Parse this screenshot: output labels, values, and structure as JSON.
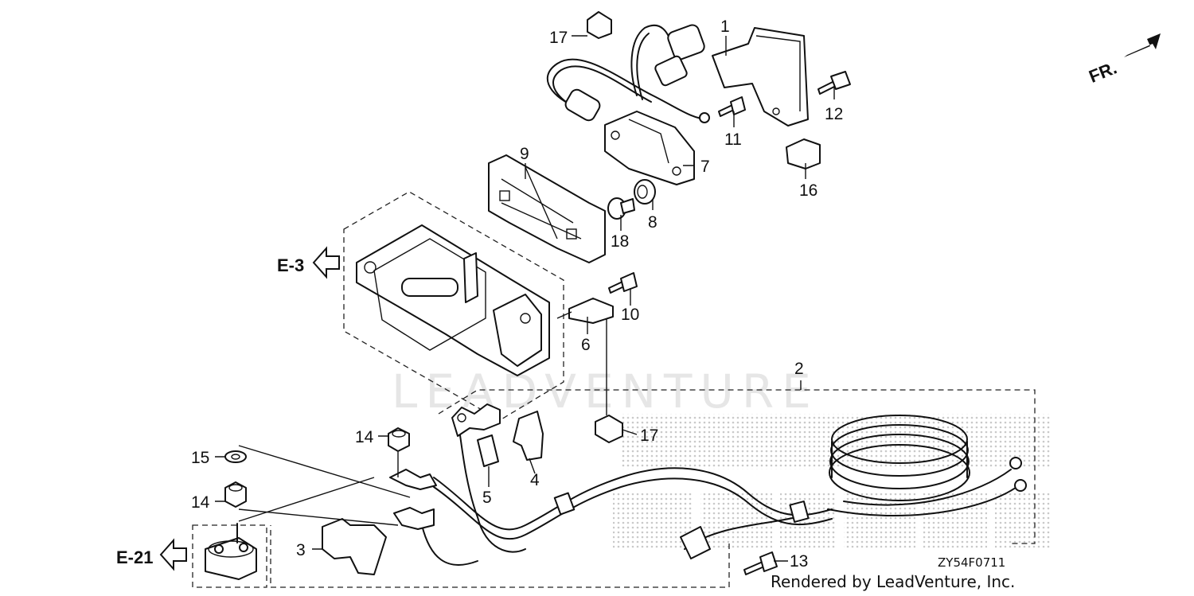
{
  "watermark": "LEADVENTURE",
  "direction_indicator": "FR.",
  "references": {
    "top": "E-3",
    "bottom": "E-21"
  },
  "callouts": {
    "c1": "1",
    "c2": "2",
    "c3": "3",
    "c4": "4",
    "c5": "5",
    "c6": "6",
    "c7": "7",
    "c8": "8",
    "c9": "9",
    "c10": "10",
    "c11": "11",
    "c12": "12",
    "c13": "13",
    "c14a": "14",
    "c14b": "14",
    "c15": "15",
    "c16": "16",
    "c17a": "17",
    "c17b": "17",
    "c18": "18"
  },
  "diagram_code": "ZY54F0711",
  "credit": "Rendered by LeadVenture, Inc."
}
